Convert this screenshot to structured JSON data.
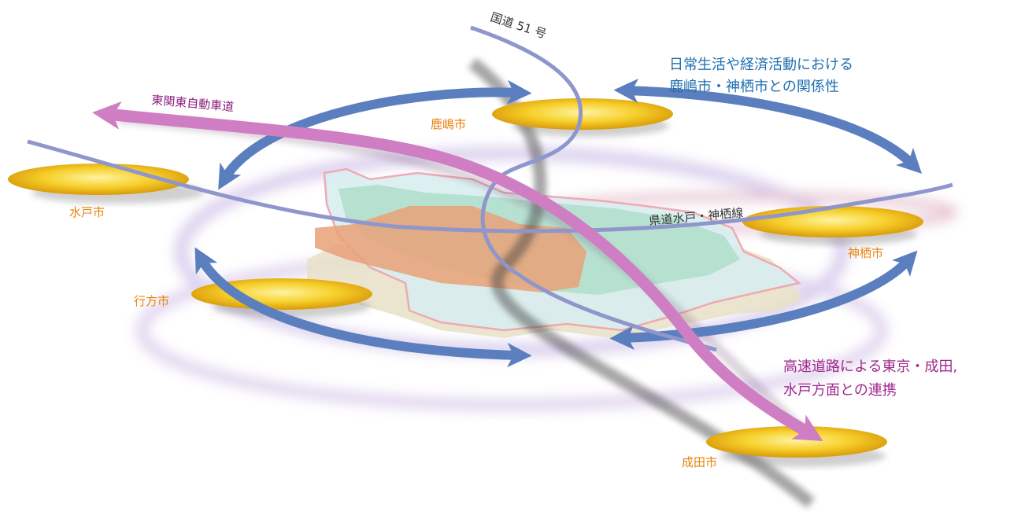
{
  "cities": {
    "kashima": "鹿嶋市",
    "mito": "水戸市",
    "kamisu": "神栖市",
    "namegata": "行方市",
    "narita": "成田市"
  },
  "roads": {
    "national_route": "国道 51 号",
    "expressway": "東関東自動車道",
    "prefectural_road": "県道水戸・神栖線"
  },
  "notes": {
    "relation_line1": "日常生活や経済活動における",
    "relation_line2": "鹿嶋市・神栖市との関係性",
    "expressway_line1": "高速道路による東京・成田,",
    "expressway_line2": "水戸方面との連携"
  },
  "colors": {
    "blue_arrow": "#5b7fbe",
    "road_line": "#8f96cc",
    "expressway": "#cf7ec4",
    "city_disc": "#f3c21a",
    "city_label": "#e8820c"
  }
}
